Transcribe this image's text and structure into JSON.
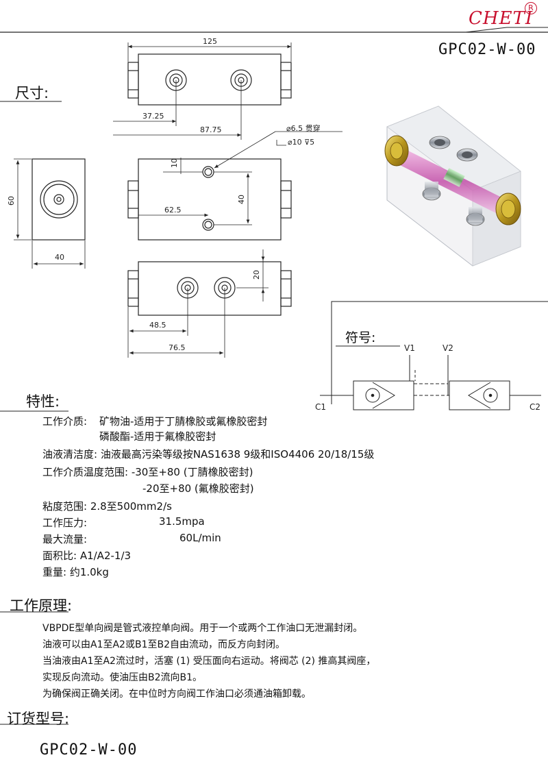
{
  "header": {
    "brand": "CHETI",
    "registered_mark": "R",
    "model": "GPC02-W-00"
  },
  "sections": {
    "dimensions_title": "尺寸:",
    "symbol_title": "符号:",
    "features_title": "特性:",
    "principle_title": "工作原理:",
    "order_title": "订货型号:"
  },
  "dimensions": {
    "width_125": "125",
    "d_37_25": "37.25",
    "d_87_75": "87.75",
    "hole_note_1": "⌀6.5 贯穿",
    "hole_note_2": "⌀10 ⊽5",
    "d_10": "10",
    "d_62_5": "62.5",
    "d_40_v": "40",
    "d_60": "60",
    "d_40_h": "40",
    "d_20": "20",
    "d_48_5": "48.5",
    "d_76_5": "76.5"
  },
  "symbol": {
    "v1": "V1",
    "v2": "V2",
    "c1": "C1",
    "c2": "C2"
  },
  "features": {
    "medium_label": "工作介质:",
    "medium_1": "矿物油-适用于丁腈橡胶或氟橡胶密封",
    "medium_2": "磷酸酯-适用于氟橡胶密封",
    "cleanliness": "油液清洁度: 油液最高污染等级按NAS1638 9级和ISO4406 20/18/15级",
    "temp_1": "工作介质温度范围: -30至+80 (丁腈橡胶密封)",
    "temp_2": "-20至+80 (氟橡胶密封)",
    "viscosity": "粘度范围: 2.8至500mm2/s",
    "pressure_label": "工作压力:",
    "pressure_value": "31.5mpa",
    "flow_label": "最大流量:",
    "flow_value": "60L/min",
    "area_ratio": "面积比: A1/A2-1/3",
    "weight": "重量: 约1.0kg"
  },
  "principle": {
    "line_1": "VBPDE型单向阀是管式液控单向阀。用于一个或两个工作油口无泄漏封闭。",
    "line_2": "油液可以由A1至A2或B1至B2自由流动，而反方向封闭。",
    "line_3": "当油液由A1至A2流过时，活塞 (1) 受压面向右运动。将阀芯 (2) 推高其阀座，",
    "line_4": "实现反向流动。使油压由B2流向B1。",
    "line_5": "为确保阀正确关闭。在中位时方向阀工作油口必须通油箱卸载。"
  },
  "order": {
    "model": "GPC02-W-00"
  }
}
